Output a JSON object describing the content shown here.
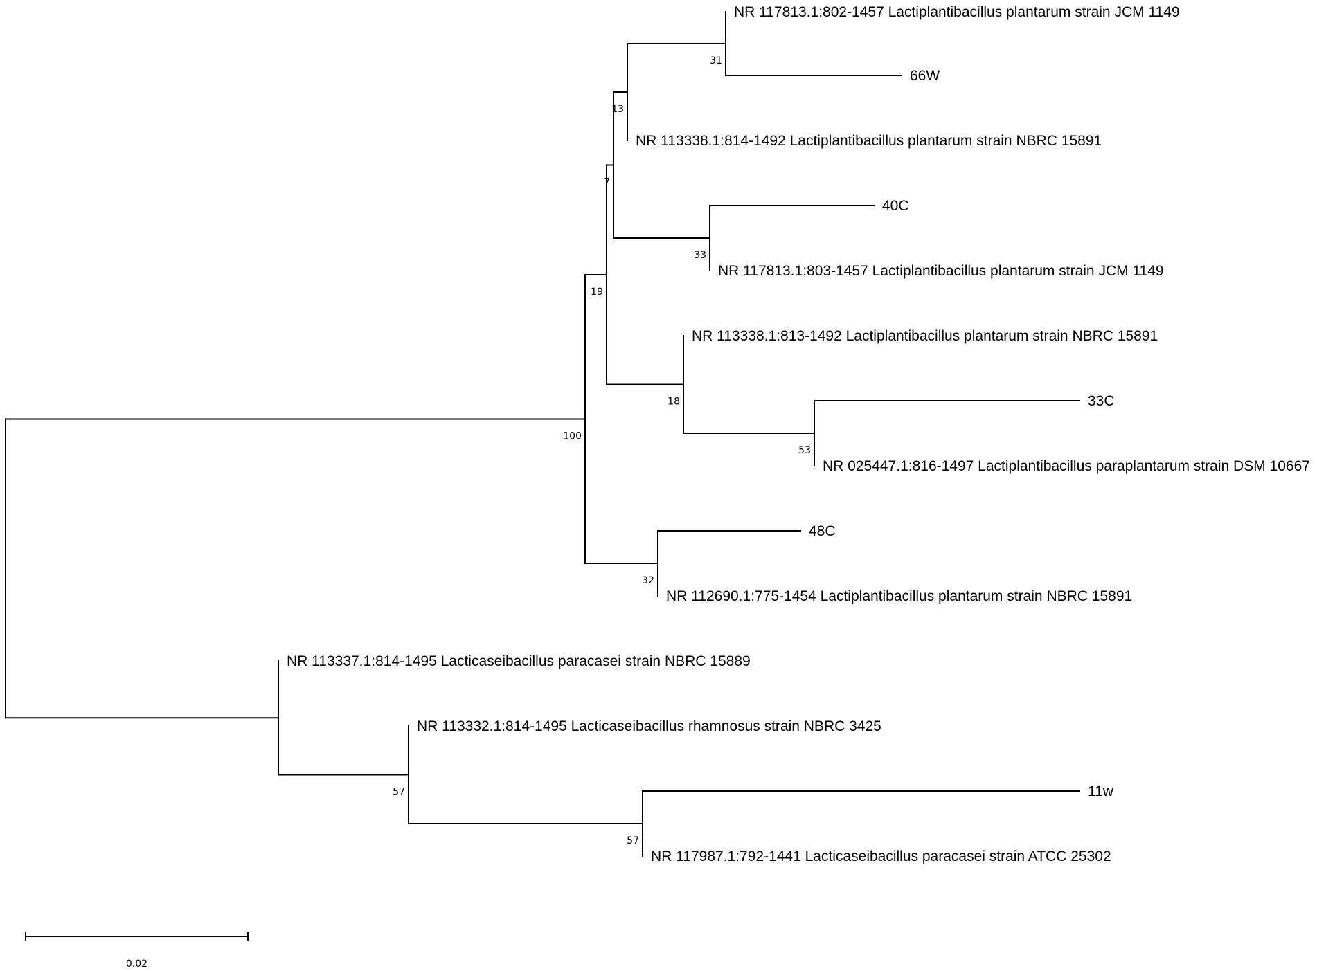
{
  "leaves": [
    {
      "id": "t1",
      "label": "NR 117813.1:802-1457 Lactiplantibacillus plantarum strain JCM 1149"
    },
    {
      "id": "t2",
      "label": "66W"
    },
    {
      "id": "t3",
      "label": "NR 113338.1:814-1492 Lactiplantibacillus plantarum strain NBRC 15891"
    },
    {
      "id": "t4",
      "label": "40C"
    },
    {
      "id": "t5",
      "label": "NR 117813.1:803-1457 Lactiplantibacillus plantarum strain JCM 1149"
    },
    {
      "id": "t6",
      "label": "NR 113338.1:813-1492 Lactiplantibacillus plantarum strain NBRC 15891"
    },
    {
      "id": "t7",
      "label": "33C"
    },
    {
      "id": "t8",
      "label": "NR 025447.1:816-1497 Lactiplantibacillus paraplantarum strain DSM 10667"
    },
    {
      "id": "t9",
      "label": "48C"
    },
    {
      "id": "t10",
      "label": "NR 112690.1:775-1454 Lactiplantibacillus plantarum strain NBRC 15891"
    },
    {
      "id": "t11",
      "label": "NR 113337.1:814-1495 Lacticaseibacillus paracasei strain NBRC 15889"
    },
    {
      "id": "t12",
      "label": "NR 113332.1:814-1495 Lacticaseibacillus rhamnosus strain NBRC 3425"
    },
    {
      "id": "t13",
      "label": "11w"
    },
    {
      "id": "t14",
      "label": "NR 117987.1:792-1441 Lacticaseibacillus paracasei strain ATCC 25302"
    }
  ],
  "bootstrap": [
    {
      "node": "n31",
      "value": "31"
    },
    {
      "node": "n13",
      "value": "13"
    },
    {
      "node": "n33",
      "value": "33"
    },
    {
      "node": "n7",
      "value": "7"
    },
    {
      "node": "n53",
      "value": "53"
    },
    {
      "node": "n18",
      "value": "18"
    },
    {
      "node": "n19",
      "value": "19"
    },
    {
      "node": "n32",
      "value": "32"
    },
    {
      "node": "n100",
      "value": "100"
    },
    {
      "node": "n57b",
      "value": "57"
    },
    {
      "node": "n57a",
      "value": "57"
    }
  ],
  "scale_bar": {
    "label": "0.02",
    "length": 0.02
  }
}
